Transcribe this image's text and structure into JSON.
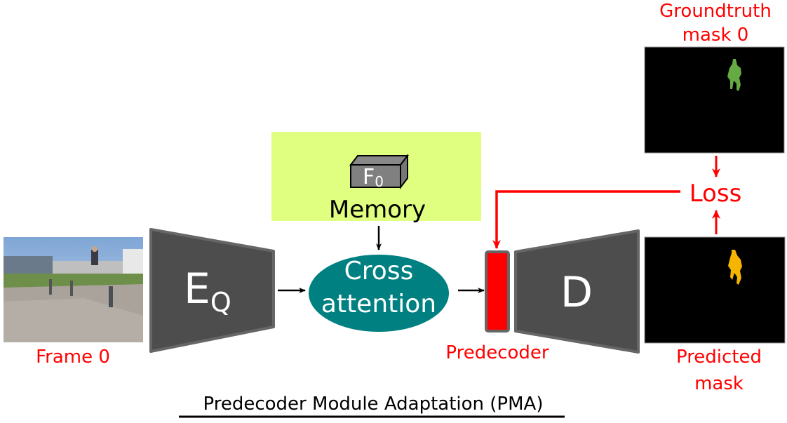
{
  "title": "Predecoder Module Adaptation (PMA)",
  "frame": {
    "label": "Frame 0"
  },
  "encoder": {
    "symbol": "E",
    "subscript": "Q"
  },
  "memory": {
    "label": "Memory",
    "feature_symbol": "F",
    "feature_subscript": "0"
  },
  "cross_attention": {
    "line1": "Cross",
    "line2": "attention"
  },
  "predecoder": {
    "label": "Predecoder"
  },
  "decoder": {
    "symbol": "D"
  },
  "predicted_mask": {
    "line1": "Predicted",
    "line2": "mask"
  },
  "groundtruth_mask": {
    "line1": "Groundtruth",
    "line2": "mask 0"
  },
  "loss": {
    "label": "Loss"
  },
  "colors": {
    "accent_red": "#ff0000",
    "block_gray": "#4d4d4d",
    "block_border": "#666666",
    "memory_bg": "#e0ff80",
    "attention_teal": "#008080",
    "groundtruth_mask_fill": "#66aa44",
    "predicted_mask_fill": "#f4b400"
  }
}
